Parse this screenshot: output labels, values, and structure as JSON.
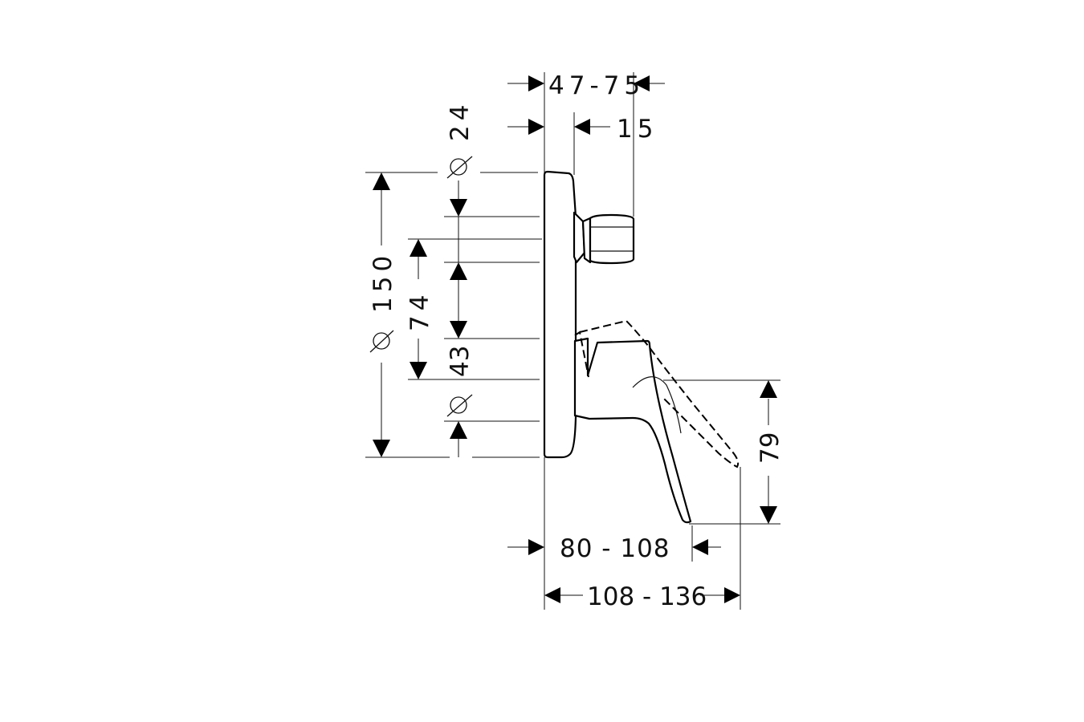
{
  "drawing": {
    "dimensions": {
      "depth_range": "47-75",
      "outlet_offset": "15",
      "dia_outlet": "24",
      "dia_plate": "150",
      "spacing": "74",
      "dia_lever": "43",
      "lever_height": "79",
      "lever_reach": "80 - 108",
      "total_reach": "108 - 136"
    }
  }
}
